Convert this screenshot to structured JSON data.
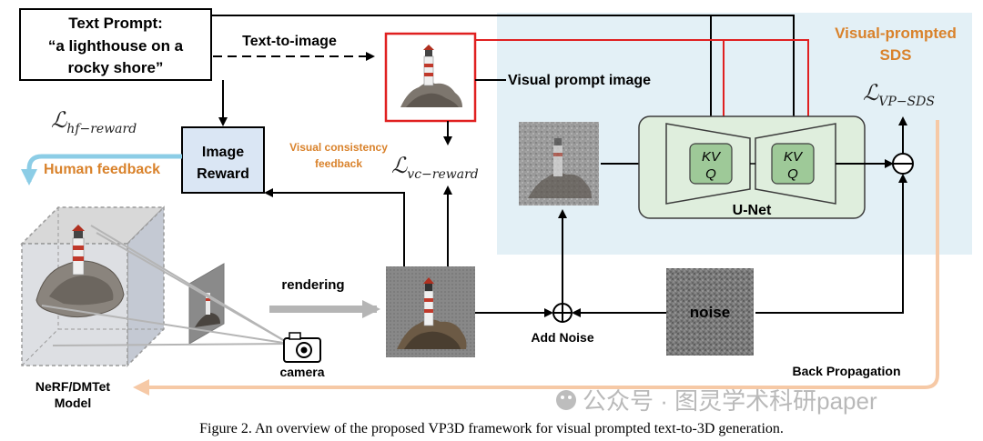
{
  "text_prompt": {
    "title": "Text Prompt:",
    "line1": "“a lighthouse on a",
    "line2": "rocky shore”"
  },
  "text_to_image_label": "Text-to-image",
  "visual_prompt_image_label": "Visual prompt image",
  "visual_prompted_sds": {
    "line1": "Visual-prompted",
    "line2": "SDS"
  },
  "loss_vp": {
    "main": "ℒ",
    "sub": "VP−SDS"
  },
  "loss_hf": {
    "main": "ℒ",
    "sub": "hf−reward"
  },
  "loss_vc": {
    "main": "ℒ",
    "sub": "vc−reward"
  },
  "human_feedback_label": "Human feedback",
  "image_reward": {
    "line1": "Image",
    "line2": "Reward"
  },
  "visual_consistency": {
    "line1": "Visual consistency",
    "line2": "feedback"
  },
  "unet": {
    "label": "U-Net",
    "block_left": {
      "line1": "KV",
      "line2": "Q"
    },
    "block_right": {
      "line1": "KV",
      "line2": "Q"
    }
  },
  "rendering_label": "rendering",
  "add_noise_label": "Add Noise",
  "noise_label": "noise",
  "camera_label": "camera",
  "nerf_label": {
    "line1": "NeRF/DMTet",
    "line2": "Model"
  },
  "back_propagation_label": "Back Propagation",
  "caption": "Figure 2. An overview of the proposed VP3D framework for visual prompted text-to-3D generation.",
  "watermark": "公众号 · 图灵学术科研paper",
  "colors": {
    "sds_panel": "#e3f0f6",
    "unet_fill": "#dfeedd",
    "unet_stroke": "#3c3c3c",
    "orange_text": "#d9822b",
    "red": "#e02020",
    "blue_arrow": "#8ccde6",
    "back_prop": "#f6c9a6",
    "reward_box": "#dae6f4",
    "gray_arrow": "#b5b5b5",
    "noise_gray": "#777777"
  }
}
